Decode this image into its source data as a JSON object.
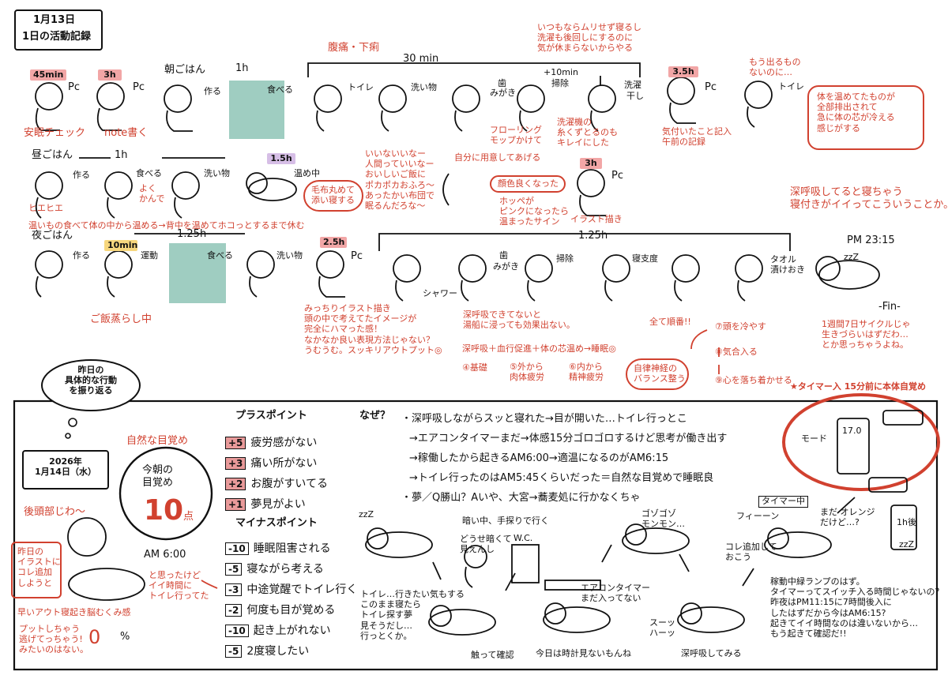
{
  "header": {
    "date": "1月13日",
    "title": "1日の活動記録"
  },
  "row1": {
    "t1_tag": "45min",
    "t1_pc": "Pc",
    "t1_cap": "安眠チェック",
    "t2_tag": "3h",
    "t2_pc": "Pc",
    "t2_cap": "note書く",
    "breakfast": "朝ごはん",
    "bf_dur": "1h",
    "make": "作る",
    "eat": "食べる",
    "bell": "腹痛・下痢",
    "span": "30 min",
    "toilet": "トイレ",
    "wash": "洗い物",
    "teeth_a": "歯",
    "teeth_b": "みがき",
    "plus": "+10min",
    "clean": "掃除",
    "laundry_a": "洗濯",
    "laundry_b": "干し",
    "t3_tag": "3.5h",
    "t3_pc": "Pc",
    "toilet2": "トイレ",
    "note_top": "いつもならムリせず寝るし\n洗濯も後回しにするのに\n気が休まらないからやる",
    "flooring": "フローリング\nモップかけて",
    "lint": "洗濯機の\n糸くずとるのも\nキレイにした",
    "record": "気付いたこと記入\n午前の記録",
    "more": "もう出るもの\nないのに…",
    "warm_box": "体を温めてたものが\n全部排出されて\n急に体の芯が冷える\n感じがする"
  },
  "row2": {
    "lunch": "昼ごはん",
    "dur": "1h",
    "make": "作る",
    "eat": "食べる",
    "chew": "よく\nかんで",
    "wash": "洗い物",
    "hot": "ヒエヒエ",
    "tag": "1.5h",
    "warming": "温め中",
    "futon": "毛布丸めて\n添い寝する",
    "cap": "温いもの食べて体の中から温める→背中を温めてホコっとするまで休む",
    "thought": "いいないいなー\n人間っていいなー\nおいしいご飯に\nポカポカおふろ～\nあったかい布団で\n眠るんだろな～",
    "ready": "自分に用意してあげる",
    "color_box": "顔色良くなった",
    "cheek": "ホッペが\nピンクになったら\n温まったサイン",
    "tag2": "3h",
    "pc": "Pc",
    "draw": "イラスト描き",
    "deep": "深呼吸してると寝ちゃう\n寝付きがイイってこういうことか。"
  },
  "row3": {
    "dinner": "夜ごはん",
    "dur": "1.25h",
    "make": "作る",
    "tag": "10min",
    "exercise": "運動",
    "eat": "食べる",
    "wash": "洗い物",
    "rice": "ご飯蒸らし中",
    "tag2": "2.5h",
    "pc": "Pc",
    "span": "1.25h",
    "shower": "シャワー",
    "teeth_a": "歯",
    "teeth_b": "みがき",
    "clean": "掃除",
    "bed": "寝支度",
    "towel": "タオル\n漬けおき",
    "pm": "PM 23:15",
    "zzz": "zzZ",
    "fin": "-Fin-",
    "illust": "みっちりイラスト描き\n頭の中で考えてたイメージが\n完全にハマった感！\nなかなか良い表現方法じゃない？\nうむうむ。スッキリアウトプット◎",
    "breath": "深呼吸できてないと\n湯船に浸っても効果出ない。",
    "formula": "深呼吸＋血行促進＋体の芯温め→睡眠◎",
    "base": "④基礎",
    "outside": "⑤外から\n肉体疲労",
    "inside": "⑥内から\n精神疲労",
    "order": "全て順番!!",
    "s7": "⑦頭を冷やす",
    "s8": "⑧気合入る",
    "s9": "⑨心を落ち着かせる",
    "nerve": "自律神経の\nバランス整う",
    "cycle": "1週間7日サイクルじゃ\n生きづらいはずだわ…\nとか思っちゃうよね。"
  },
  "review": {
    "bubble": "昨日の\n具体的な行動\nを振り返る",
    "date": "2026年\n1月14日（水）",
    "natural": "自然な目覚め",
    "wake_title": "今朝の\n目覚め",
    "score": "10",
    "score_unit": "点",
    "back": "後頭部じわ～",
    "note": "昨日の\nイラストに\nコレ追加\nしようと",
    "am": "AM 6:00",
    "thought": "と思ったけど\nイイ時間に\nトイレ行ってた",
    "wake_line": "早いアウト寝起き脳むくみ感",
    "zero": "0",
    "pct": "%",
    "early": "プットしちゃう\n逃げてっちゃう!\nみたいのはない。",
    "plus_title": "プラスポイント",
    "plus": [
      {
        "n": "+5",
        "text": "疲労感がない"
      },
      {
        "n": "+3",
        "text": "痛い所がない"
      },
      {
        "n": "+2",
        "text": "お腹がすいてる"
      },
      {
        "n": "+1",
        "text": "夢見がよい"
      }
    ],
    "minus_title": "マイナスポイント",
    "minus": [
      {
        "n": "-10",
        "text": "睡眠阻害される"
      },
      {
        "n": "-5",
        "text": "寝ながら考える"
      },
      {
        "n": "-3",
        "text": "中途覚醒でトイレ行く"
      },
      {
        "n": "-2",
        "text": "何度も目が覚める"
      },
      {
        "n": "-10",
        "text": "起き上がれない"
      },
      {
        "n": "-5",
        "text": "2度寝したい"
      }
    ],
    "why": "なぜ？",
    "reasons": [
      "・深呼吸しながらスッと寝れた→目が開いた…トイレ行っとこ",
      "→エアコンタイマーまだ→体感15分ゴロゴロするけど思考が働き出す",
      "→稼働したから起きるAM6:00→適温になるのがAM6:15",
      "→トイレ行ったのはAM5:45くらいだった＝自然な目覚めで睡眠良",
      "・夢／Q勝山？Aいや、大宮→蕎麦処に行かなくちゃ"
    ],
    "timer_head": "★タイマー入 15分前に本体自覚め",
    "timer_disp": "17.0",
    "mode": "モード",
    "timer_tag": "タイマー中",
    "fiin": "フィーーン",
    "orange": "まだ オレンジ\nだけど…?",
    "remote": "1h後",
    "zzz": "zzZ",
    "comic_zzz": "zzZ",
    "dark": "暗い中、手探りで行く",
    "seen": "どうせ暗くて\n見えんし",
    "wc": "W.C.",
    "wonder": "トイレ…行きたい気もする\nこのまま寝たら\nトイレ探す夢\n見そうだし…\n行っとくか。",
    "touch": "触って確認",
    "ac_note": "エアコンタイマー\nまだ入ってない",
    "no_clock": "今日は時計見ないもんね",
    "gobu": "ゴゾゴゾ\nモンモン…",
    "suu": "スーッ\nハーッ",
    "deep": "深呼吸してみる",
    "kore": "コレ追加して\nおこう",
    "run_note": "稼動中緑ランプのはず。\nタイマーってスイッチ入る時間じゃないの？\n昨夜はPM11:15に7時間後入に\nしたはずだから今はAM6:15?\n起きてイイ時間なのは違いないから…\nもう起きて確認だ!!"
  }
}
